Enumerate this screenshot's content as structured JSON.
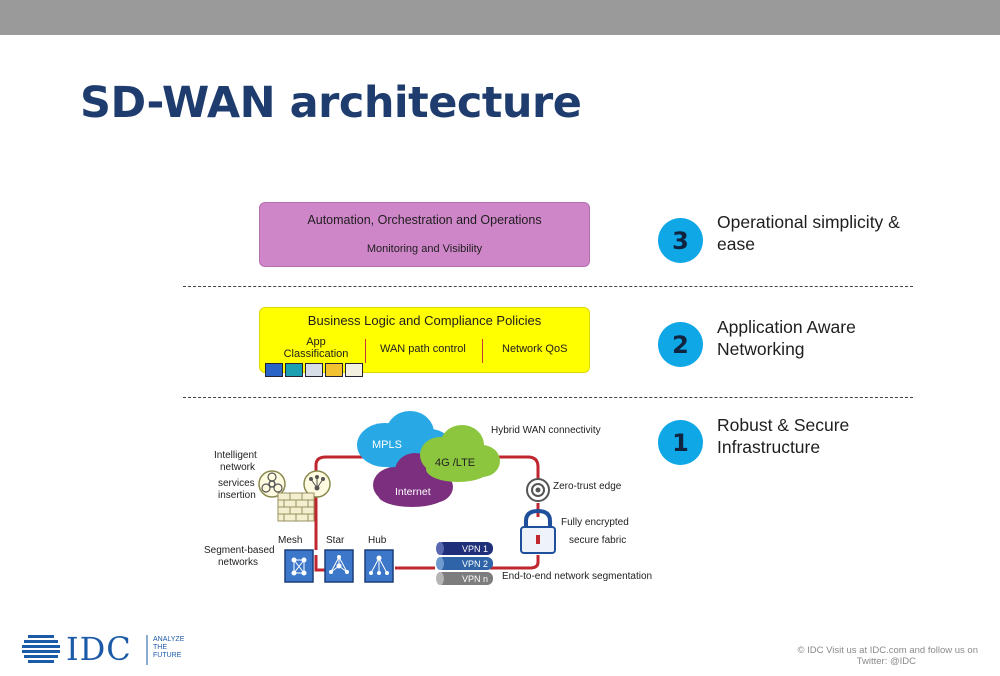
{
  "title": "SD-WAN architecture",
  "layers": {
    "automation": {
      "line1": "Automation, Orchestration and Operations",
      "line2": "Monitoring and Visibility"
    },
    "business": {
      "line1": "Business Logic and Compliance Policies",
      "items": [
        "App Classification",
        "WAN path control",
        "Network QoS"
      ]
    }
  },
  "benefits": [
    {
      "number": "3",
      "text": "Operational simplicity & ease"
    },
    {
      "number": "2",
      "text": "Application Aware Networking"
    },
    {
      "number": "1",
      "text": "Robust & Secure Infrastructure"
    }
  ],
  "infrastructure": {
    "clouds": [
      "MPLS",
      "4G /LTE",
      "Internet"
    ],
    "hybrid_wan": "Hybrid WAN connectivity",
    "zero_trust": "Zero-trust edge",
    "encrypted_line1": "Fully encrypted",
    "encrypted_line2": "secure fabric",
    "intelligent_line1": "Intelligent",
    "intelligent_line2": "network",
    "intelligent_line3": "services",
    "intelligent_line4": "insertion",
    "segment_line1": "Segment-based",
    "segment_line2": "networks",
    "topologies": [
      "Mesh",
      "Star",
      "Hub"
    ],
    "vpns": [
      "VPN 1",
      "VPN 2",
      "VPN n"
    ],
    "segmentation": "End-to-end network segmentation"
  },
  "footer": {
    "logo_text": "IDC",
    "tagline": [
      "ANALYZE",
      "THE",
      "FUTURE"
    ],
    "line1": "© IDC  Visit us at IDC.com and follow us on",
    "line2": "Twitter: @IDC"
  },
  "colors": {
    "topbar": "#9a9a9a",
    "title": "#1f3c6e",
    "automation_box": "#cf86c9",
    "business_box": "#ffff00",
    "number_circle": "#0fa7e6",
    "network_loop": "#c0262e",
    "cloud_blue": "#29a8e6",
    "cloud_green": "#8cc63f",
    "cloud_purple": "#7b2f7e"
  }
}
